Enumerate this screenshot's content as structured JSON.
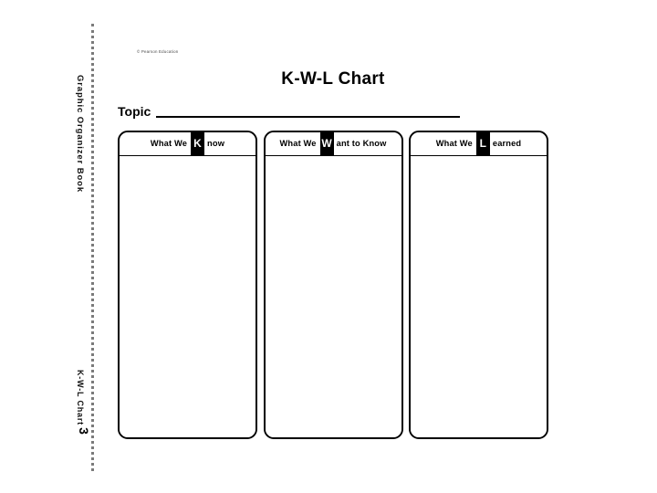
{
  "document": {
    "copyright": "© Pearson Education",
    "title": "K-W-L Chart",
    "spine_top_label": "Graphic Organizer Book",
    "spine_bottom_label": "K-W-L Chart",
    "page_number": "3"
  },
  "topic": {
    "label": "Topic",
    "value": "",
    "placeholder": ""
  },
  "columns": [
    {
      "id": "know",
      "header_prefix": "What We",
      "header_letter": "K",
      "header_suffix": "now",
      "full_header": "What We Know",
      "content": ""
    },
    {
      "id": "want-to-know",
      "header_prefix": "What We",
      "header_letter": "W",
      "header_suffix": "ant to Know",
      "full_header": "What We Want to Know",
      "content": ""
    },
    {
      "id": "learned",
      "header_prefix": "What We",
      "header_letter": "L",
      "header_suffix": "earned",
      "full_header": "What We Learned",
      "content": ""
    }
  ],
  "colors": {
    "ink": "#000000",
    "paper": "#ffffff",
    "perforation": "#7b7b7b",
    "highlight_bg": "#000000",
    "highlight_text": "#ffffff"
  }
}
